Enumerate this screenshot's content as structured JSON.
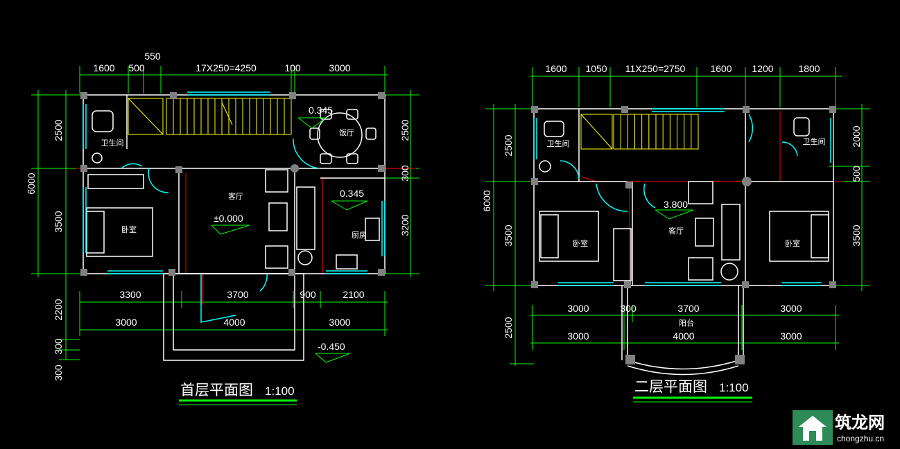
{
  "plan1": {
    "title": "首层平面图",
    "scale": "1:100",
    "top_dims": [
      "1600",
      "500",
      "550",
      "17X250=4250",
      "100",
      "3000"
    ],
    "left_dims": [
      "6000",
      "2500",
      "3500",
      "2200",
      "300",
      "300"
    ],
    "right_dims": [
      "2500",
      "300",
      "3200"
    ],
    "bottom_dims_row1": [
      "3300",
      "3700",
      "900",
      "2100"
    ],
    "bottom_dims_row2": [
      "3000",
      "4000",
      "3000"
    ],
    "rooms": {
      "toilet": "卫生间",
      "dining": "饭厅",
      "living": "客厅",
      "bedroom": "卧室",
      "kitchen": "厨房"
    },
    "levels": [
      "0.345",
      "0.345",
      "±0.000",
      "-0.450"
    ]
  },
  "plan2": {
    "title": "二层平面图",
    "scale": "1:100",
    "top_dims": [
      "1600",
      "1050",
      "11X250=2750",
      "1600",
      "1200",
      "1800"
    ],
    "left_dims": [
      "6000",
      "2500",
      "3500",
      "2500"
    ],
    "right_dims": [
      "2000",
      "500",
      "3500"
    ],
    "bottom_dims_row1": [
      "3000",
      "300",
      "3700",
      "3000"
    ],
    "bottom_dims_row2": [
      "3000",
      "4000",
      "3000"
    ],
    "rooms": {
      "toilet_left": "卫生间",
      "toilet_right": "卫生间",
      "bedroom_left": "卧室",
      "living": "客厅",
      "bedroom_right": "卧室",
      "balcony": "阳台"
    },
    "levels": [
      "3.800"
    ]
  },
  "watermark": {
    "logo_text": "筑龙网",
    "url": "chongzhu.cn"
  },
  "colors": {
    "background": "#000000",
    "dimension": "#00ff00",
    "wall": "#ffffff",
    "axis": "#ff0000",
    "window": "#00ffff",
    "stair": "#ffff00",
    "title_underline": "#00ff00",
    "column": "#808080"
  }
}
